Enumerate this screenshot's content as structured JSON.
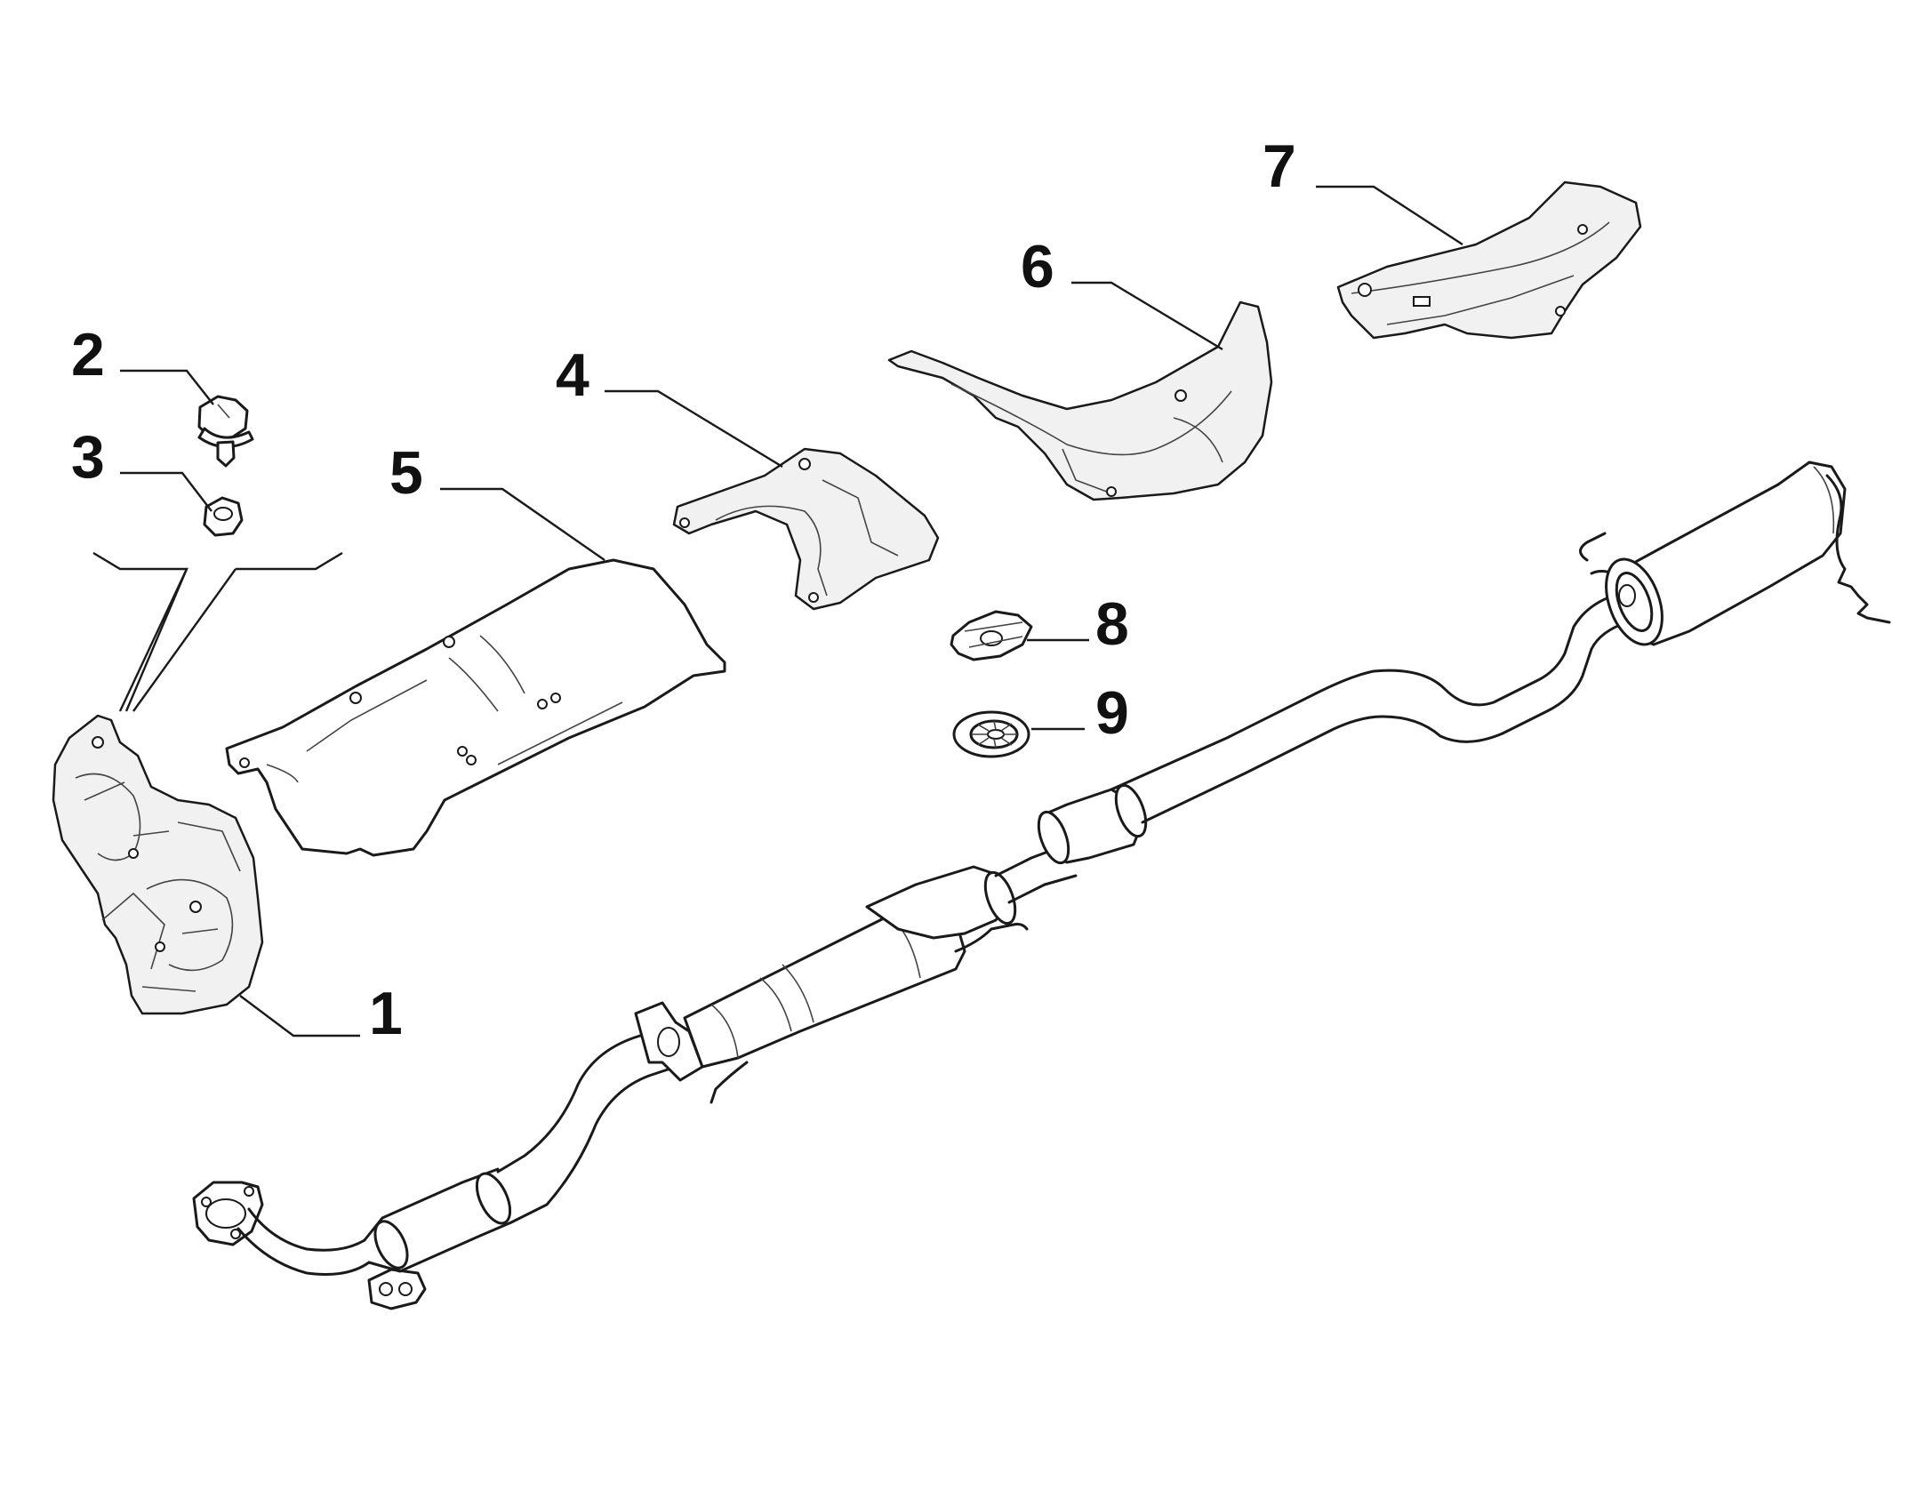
{
  "diagram": {
    "callouts": [
      {
        "id": "1",
        "label": "1"
      },
      {
        "id": "2",
        "label": "2"
      },
      {
        "id": "3",
        "label": "3"
      },
      {
        "id": "4",
        "label": "4"
      },
      {
        "id": "5",
        "label": "5"
      },
      {
        "id": "6",
        "label": "6"
      },
      {
        "id": "7",
        "label": "7"
      },
      {
        "id": "8",
        "label": "8"
      },
      {
        "id": "9",
        "label": "9"
      }
    ],
    "colors": {
      "line": "#1a1a1a",
      "background": "#ffffff",
      "shade": "#f1f1f1"
    }
  }
}
